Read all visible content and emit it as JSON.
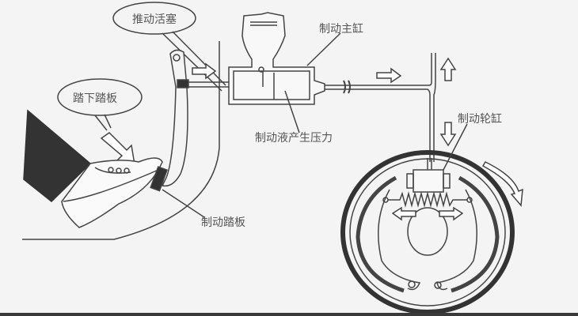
{
  "labels": {
    "push_piston": "推动活塞",
    "master_cylinder": "制动主缸",
    "press_pedal": "踏下踏板",
    "fluid_pressure": "制动液产生压力",
    "wheel_cylinder": "制动轮缸",
    "brake_pedal": "制动踏板"
  }
}
